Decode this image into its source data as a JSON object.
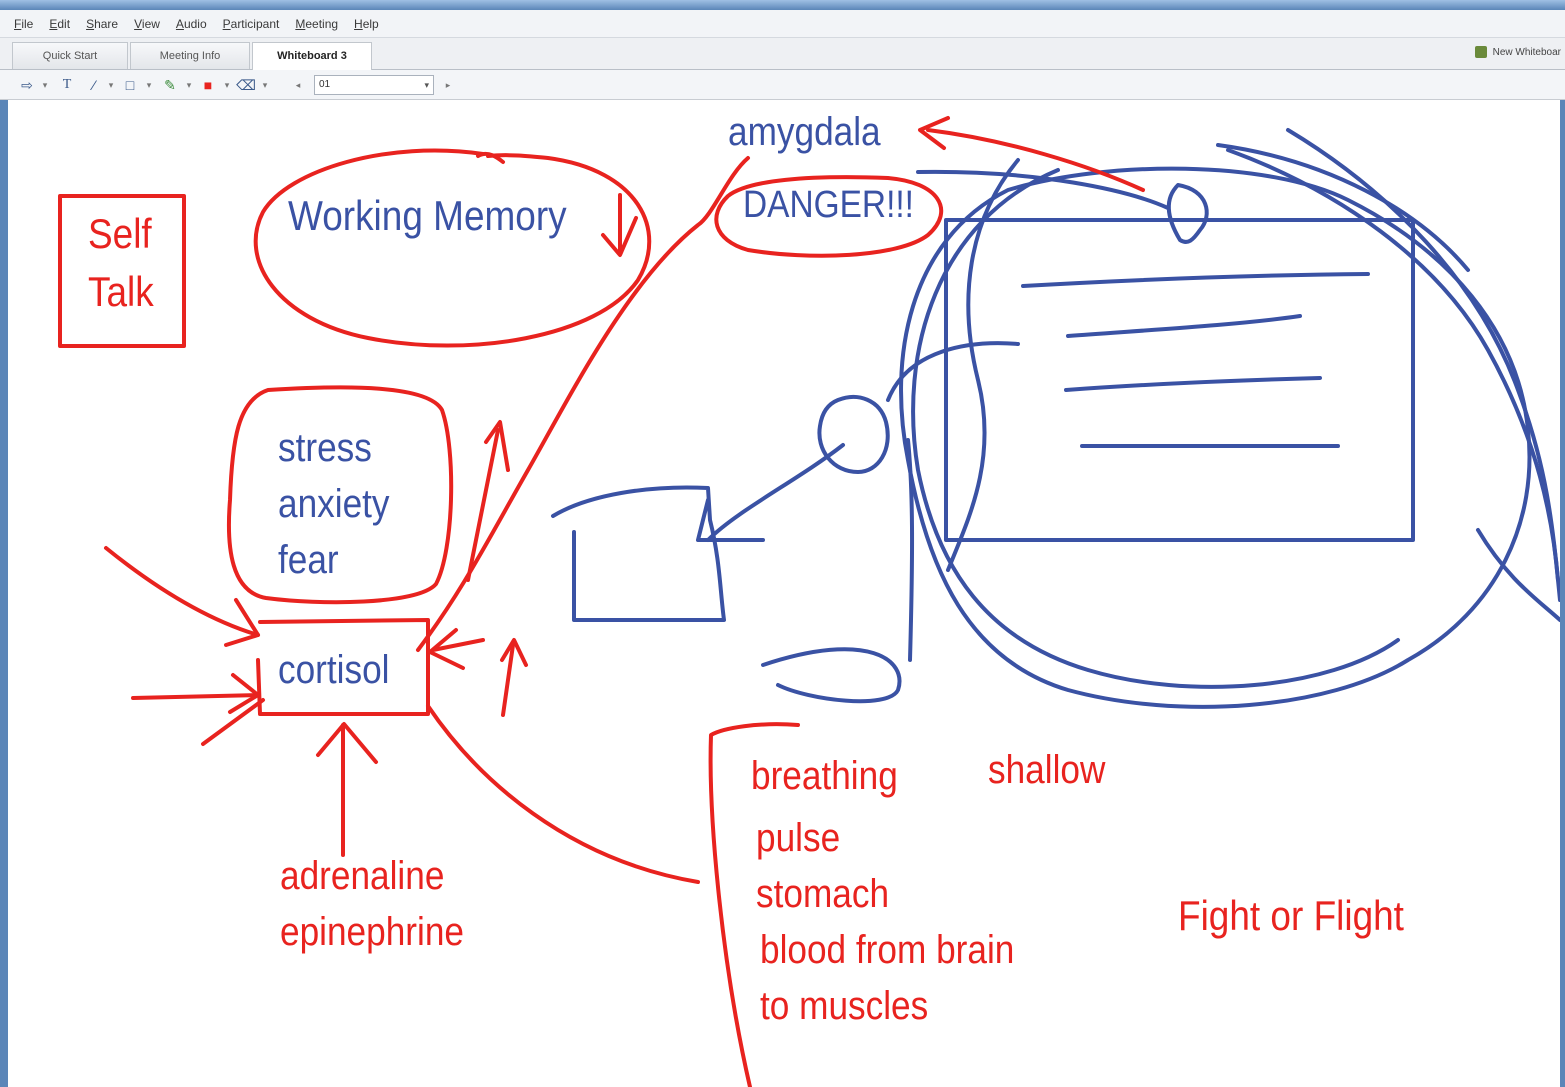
{
  "menu": {
    "items": [
      {
        "acc": "F",
        "rest": "ile"
      },
      {
        "acc": "E",
        "rest": "dit"
      },
      {
        "acc": "S",
        "rest": "hare"
      },
      {
        "acc": "V",
        "rest": "iew"
      },
      {
        "acc": "A",
        "rest": "udio"
      },
      {
        "acc": "P",
        "rest": "articipant"
      },
      {
        "acc": "M",
        "rest": "eeting"
      },
      {
        "acc": "H",
        "rest": "elp"
      }
    ]
  },
  "tabs": {
    "quick_start": "Quick Start",
    "meeting_info": "Meeting Info",
    "whiteboard": "Whiteboard 3",
    "new_whiteboard": "New Whiteboar"
  },
  "toolbar": {
    "page_value": "01",
    "icons": [
      "pointer-icon",
      "text-icon",
      "line-icon",
      "rectangle-icon",
      "pen-icon",
      "color-icon",
      "eraser-icon",
      "prev-page-icon",
      "next-page-icon"
    ]
  },
  "colors": {
    "red_ink": "#e8231f",
    "blue_ink": "#3a52a4"
  },
  "whiteboard": {
    "self": "Self",
    "talk": "Talk",
    "working_memory": "Working Memory",
    "amygdala": "amygdala",
    "danger": "DANGER!!!",
    "stress": "stress",
    "anxiety": "anxiety",
    "fear": "fear",
    "cortisol": "cortisol",
    "adrenaline": "adrenaline",
    "epinephrine": "epinephrine",
    "breathing": "breathing",
    "shallow": "shallow",
    "pulse": "pulse",
    "stomach": "stomach",
    "blood_from_brain": "blood from brain",
    "to_muscles": "to muscles",
    "fight_or_flight": "Fight or Flight"
  }
}
